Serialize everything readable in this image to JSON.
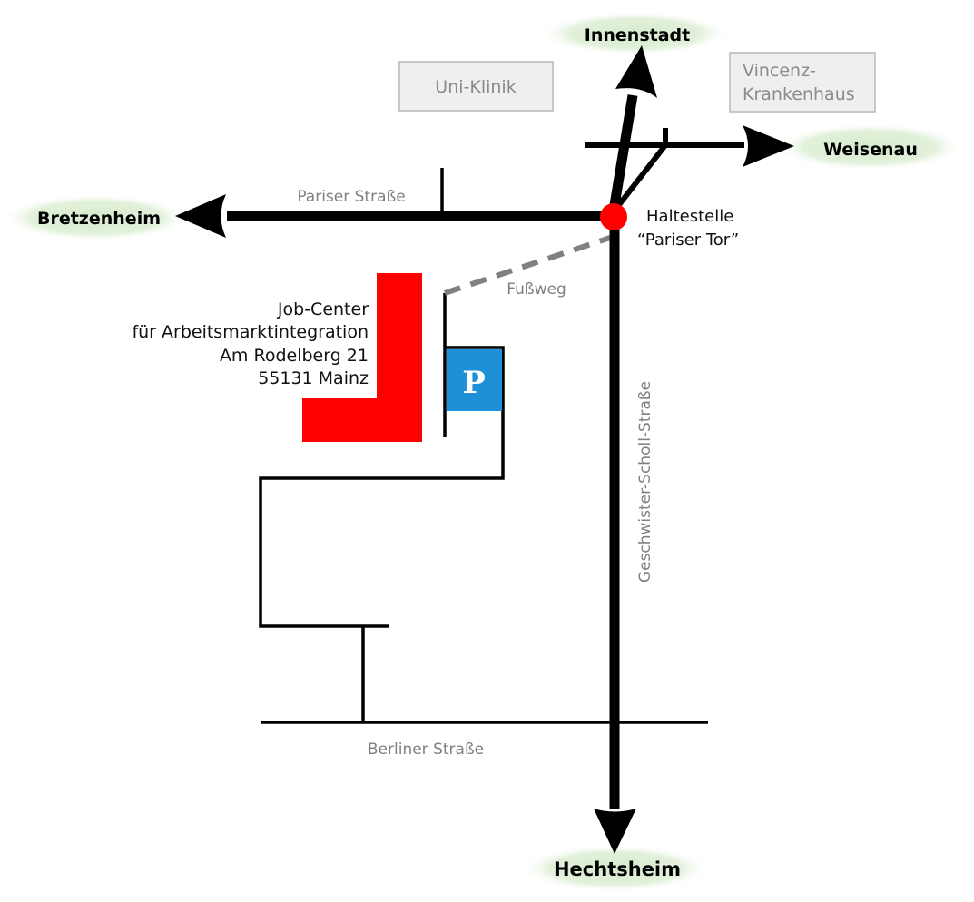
{
  "map": {
    "destinations": {
      "north": "Innenstadt",
      "east": "Weisenau",
      "west": "Bretzenheim",
      "south": "Hechtsheim"
    },
    "streets": {
      "pariser": "Pariser Straße",
      "geschwister": "Geschwister-Scholl-Straße",
      "berliner": "Berliner Straße",
      "footpath": "Fußweg"
    },
    "landmarks": {
      "uniklinik": "Uni-Klinik",
      "vincenz_line1": "Vincenz-",
      "vincenz_line2": "Krankenhaus"
    },
    "stop": {
      "line1": "Haltestelle",
      "line2": "“Pariser Tor”"
    },
    "address": {
      "line1": "Job-Center",
      "line2": "für Arbeitsmarktintegration",
      "line3": "Am Rodelberg 21",
      "line4": "55131 Mainz"
    },
    "parking": {
      "label": "P"
    },
    "colors": {
      "building": "#ff0000",
      "parking": "#1e90d8",
      "stop": "#ff0000",
      "destination_bg": "#d8ecd0",
      "road": "#000000",
      "footpath": "#808080"
    }
  }
}
